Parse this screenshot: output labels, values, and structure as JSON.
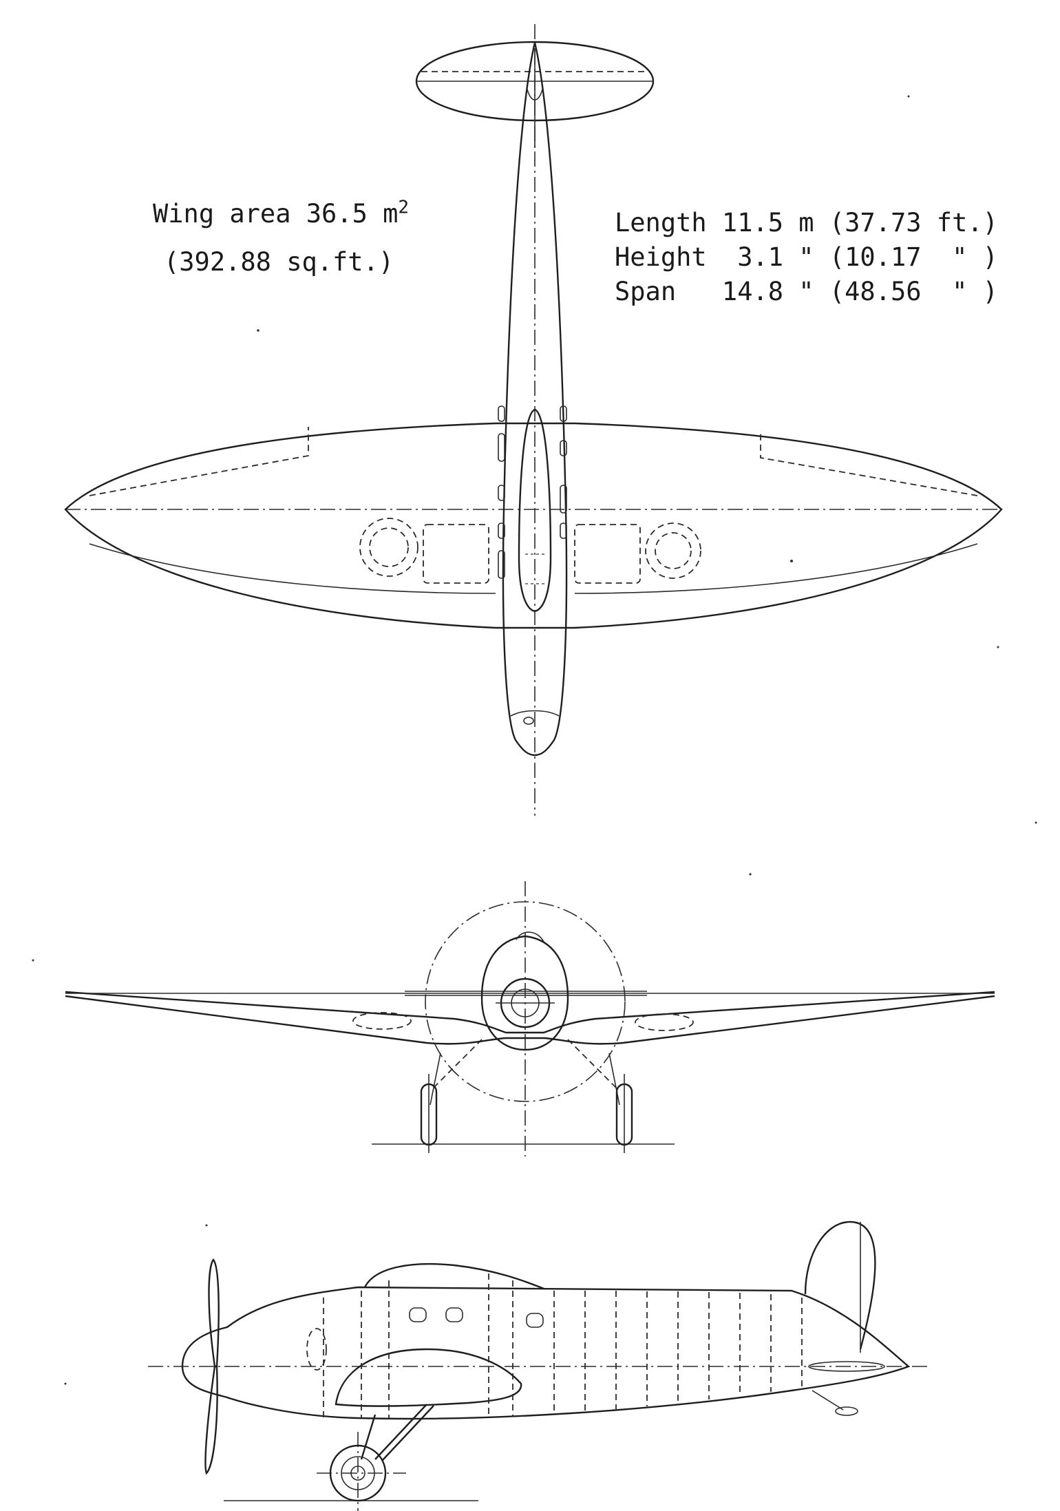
{
  "figure": {
    "views": [
      "plan-view",
      "front-view",
      "side-view"
    ]
  },
  "labels": {
    "wing_area_line1": "Wing area 36.5 m",
    "wing_area_sup": "2",
    "wing_area_line2": "(392.88 sq.ft.)",
    "length": "Length 11.5 m (37.73 ft.)",
    "height": "Height  3.1 \" (10.17  \" )",
    "span": "Span   14.8 \" (48.56  \" )"
  },
  "colors": {
    "ink": "#1e1e1e",
    "paper": "#ffffff"
  }
}
